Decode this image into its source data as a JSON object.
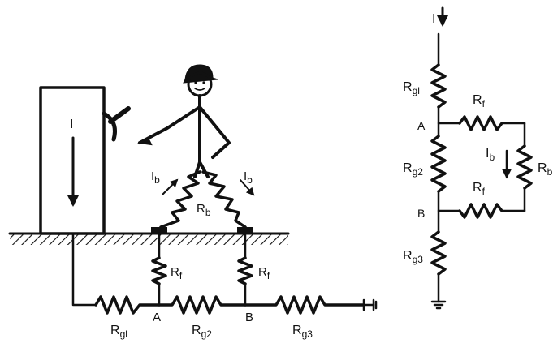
{
  "colors": {
    "ink": "#111111",
    "background": "#ffffff"
  },
  "left_figure": {
    "current_I": "I",
    "body_current": "I",
    "body_resistance": "R",
    "body_resistance_sub": "b",
    "foot_resistance": "R",
    "foot_resistance_sub": "f",
    "ground_resistances": [
      {
        "main": "R",
        "sub": "gl"
      },
      {
        "main": "R",
        "sub": "g2"
      },
      {
        "main": "R",
        "sub": "g3"
      }
    ],
    "node_a": "A",
    "node_b": "B"
  },
  "right_figure": {
    "current_I": "I",
    "body_current_main": "I",
    "body_current_sub": "b",
    "rg1": {
      "main": "R",
      "sub": "gl"
    },
    "rg2": {
      "main": "R",
      "sub": "g2"
    },
    "rg3": {
      "main": "R",
      "sub": "g3"
    },
    "rf": {
      "main": "R",
      "sub": "f"
    },
    "rb": {
      "main": "R",
      "sub": "b"
    },
    "node_a": "A",
    "node_b": "B"
  }
}
